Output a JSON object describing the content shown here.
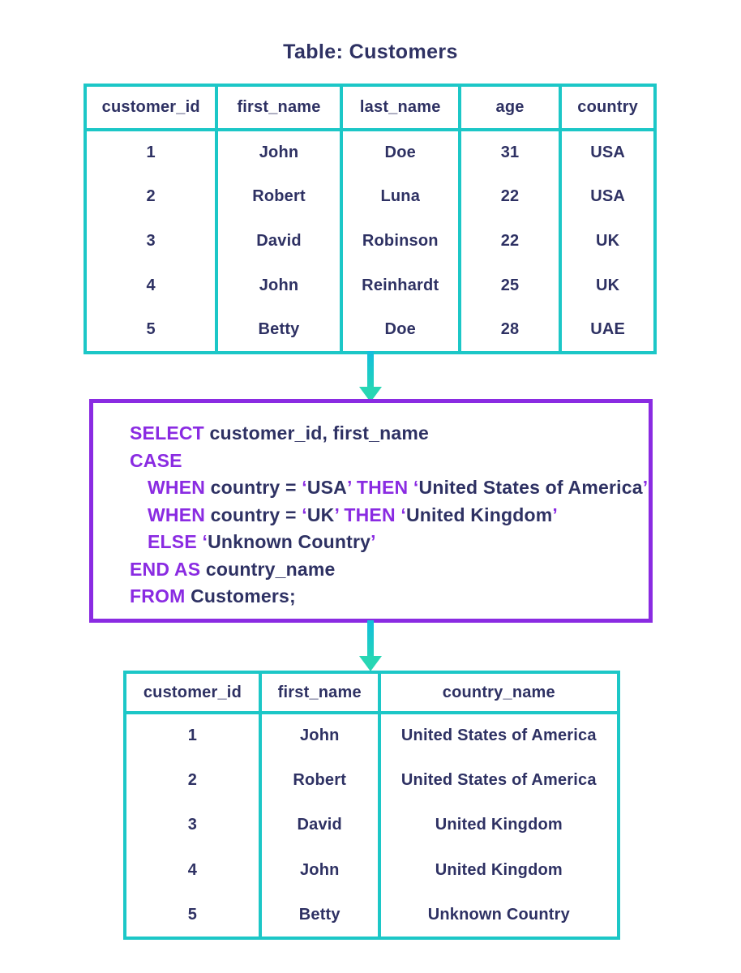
{
  "colors": {
    "teal": "#1cc7c7",
    "teal_arrow_start": "#12bedd",
    "teal_arrow_end": "#28d6b4",
    "purple": "#8a2be2",
    "navy": "#2e3163",
    "background": "#ffffff"
  },
  "title": "Table: Customers",
  "source_table": {
    "columns": [
      "customer_id",
      "first_name",
      "last_name",
      "age",
      "country"
    ],
    "rows": [
      [
        "1",
        "John",
        "Doe",
        "31",
        "USA"
      ],
      [
        "2",
        "Robert",
        "Luna",
        "22",
        "USA"
      ],
      [
        "3",
        "David",
        "Robinson",
        "22",
        "UK"
      ],
      [
        "4",
        "John",
        "Reinhardt",
        "25",
        "UK"
      ],
      [
        "5",
        "Betty",
        "Doe",
        "28",
        "UAE"
      ]
    ]
  },
  "query": {
    "lines": [
      {
        "indent": false,
        "tokens": [
          {
            "s": "kw",
            "t": "SELECT "
          },
          {
            "s": "code",
            "t": "customer_id, first_name"
          }
        ]
      },
      {
        "indent": false,
        "tokens": [
          {
            "s": "kw",
            "t": "CASE"
          }
        ]
      },
      {
        "indent": true,
        "tokens": [
          {
            "s": "kw",
            "t": "WHEN "
          },
          {
            "s": "code",
            "t": "country = "
          },
          {
            "s": "q",
            "t": "‘"
          },
          {
            "s": "str",
            "t": "USA"
          },
          {
            "s": "q",
            "t": "’ "
          },
          {
            "s": "kw",
            "t": "THEN "
          },
          {
            "s": "q",
            "t": "‘"
          },
          {
            "s": "str",
            "t": "United States of America"
          },
          {
            "s": "q",
            "t": "’"
          }
        ]
      },
      {
        "indent": true,
        "tokens": [
          {
            "s": "kw",
            "t": "WHEN "
          },
          {
            "s": "code",
            "t": "country = "
          },
          {
            "s": "q",
            "t": "‘"
          },
          {
            "s": "str",
            "t": "UK"
          },
          {
            "s": "q",
            "t": "’ "
          },
          {
            "s": "kw",
            "t": "THEN "
          },
          {
            "s": "q",
            "t": "‘"
          },
          {
            "s": "str",
            "t": "United Kingdom"
          },
          {
            "s": "q",
            "t": "’"
          }
        ]
      },
      {
        "indent": true,
        "tokens": [
          {
            "s": "kw",
            "t": "ELSE "
          },
          {
            "s": "q",
            "t": "‘"
          },
          {
            "s": "str",
            "t": "Unknown Country"
          },
          {
            "s": "q",
            "t": "’"
          }
        ]
      },
      {
        "indent": false,
        "tokens": [
          {
            "s": "kw",
            "t": "END AS "
          },
          {
            "s": "code",
            "t": "country_name"
          }
        ]
      },
      {
        "indent": false,
        "tokens": [
          {
            "s": "kw",
            "t": "FROM "
          },
          {
            "s": "code",
            "t": "Customers;"
          }
        ]
      }
    ]
  },
  "result_table": {
    "columns": [
      "customer_id",
      "first_name",
      "country_name"
    ],
    "rows": [
      [
        "1",
        "John",
        "United States of America"
      ],
      [
        "2",
        "Robert",
        "United States of America"
      ],
      [
        "3",
        "David",
        "United Kingdom"
      ],
      [
        "4",
        "John",
        "United Kingdom"
      ],
      [
        "5",
        "Betty",
        "Unknown Country"
      ]
    ]
  }
}
